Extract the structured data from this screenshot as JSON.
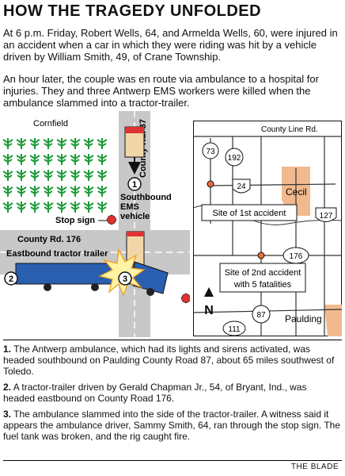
{
  "title": "HOW THE TRAGEDY UNFOLDED",
  "intro": [
    "At 6 p.m. Friday, Robert Wells, 64, and Armelda Wells, 60, were injured in an accident when a car in which they were riding was hit by a vehicle driven by William Smith, 49, of Crane Township.",
    "An hour later, the couple was en route via ambulance to a hospital for injuries. They and three Antwerp EMS workers were killed when the ambulance slammed into a tractor-trailer."
  ],
  "crash_diagram": {
    "cornfield_label": "Cornfield",
    "county_road_87_label": "County Rd. 87",
    "county_road_176_label": "County Rd. 176",
    "southbound_label_line1": "Southbound",
    "southbound_label_line2": "EMS",
    "southbound_label_line3": "vehicle",
    "stop_sign_label": "Stop sign",
    "eastbound_label": "Eastbound tractor trailer",
    "markers": [
      "1",
      "2",
      "3"
    ]
  },
  "locator_map": {
    "county_line_rd": "County Line Rd.",
    "route_73": "73",
    "route_192": "192",
    "route_24": "24",
    "route_127": "127",
    "route_176": "176",
    "route_87": "87",
    "route_111": "111",
    "cecil": "Cecil",
    "paulding": "Paulding",
    "first_accident": "Site of 1st accident",
    "second_accident_line1": "Site of 2nd accident",
    "second_accident_line2": "with 5 fatalities",
    "north": "N"
  },
  "steps": [
    {
      "num": "1.",
      "text": "The Antwerp ambulance, which had its lights and sirens activated, was headed southbound on Paulding County Road 87, about 65 miles southwest of Toledo."
    },
    {
      "num": "2.",
      "text": "A tractor-trailer driven by Gerald Chapman Jr., 54, of Bryant, Ind., was headed eastbound on County Road 176."
    },
    {
      "num": "3.",
      "text": "The ambulance slammed into the side of the tractor-trailer. A witness said it appears the ambulance driver, Sammy Smith, 64, ran through the stop sign. The fuel tank was broken, and the rig caught fire."
    }
  ],
  "credit": "THE BLADE",
  "colors": {
    "road": "#c8c8c8",
    "corn": "#1f9a3a",
    "truck": "#2a5fb0",
    "town": "#f2b98f",
    "ink": "#111111"
  }
}
